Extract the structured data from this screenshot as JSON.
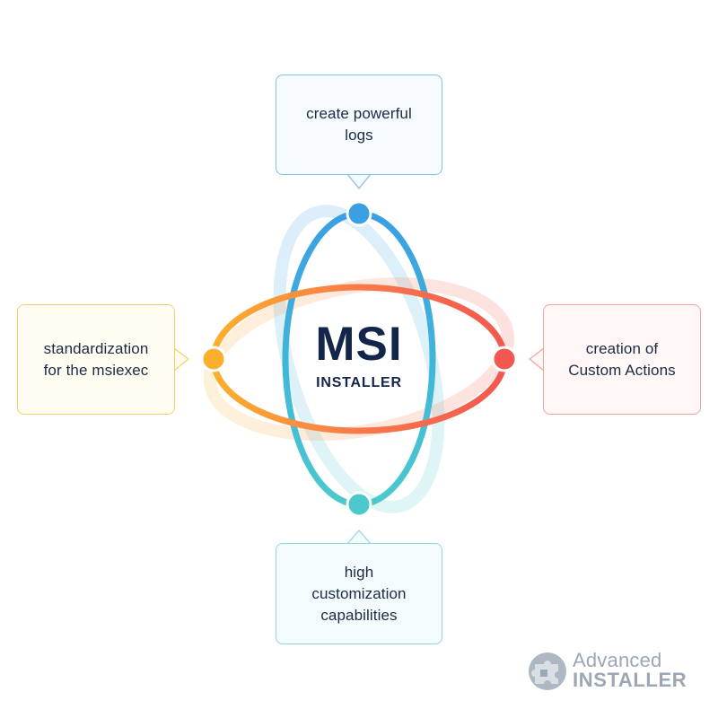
{
  "center": {
    "title": "MSI",
    "subtitle": "INSTALLER"
  },
  "bubbles": {
    "top": "create powerful\nlogs",
    "left": "standardization\nfor the msiexec",
    "right": "creation of\nCustom Actions",
    "bottom": "high\ncustomization\ncapabilities"
  },
  "logo": {
    "line1": "Advanced",
    "line2": "INSTALLER"
  },
  "colors": {
    "blue": "#3a9fe3",
    "orange": "#fbb02d",
    "red": "#f2584f",
    "teal": "#4cc9cd",
    "navy": "#13264a",
    "logo_gray": "#9ba7b4"
  }
}
